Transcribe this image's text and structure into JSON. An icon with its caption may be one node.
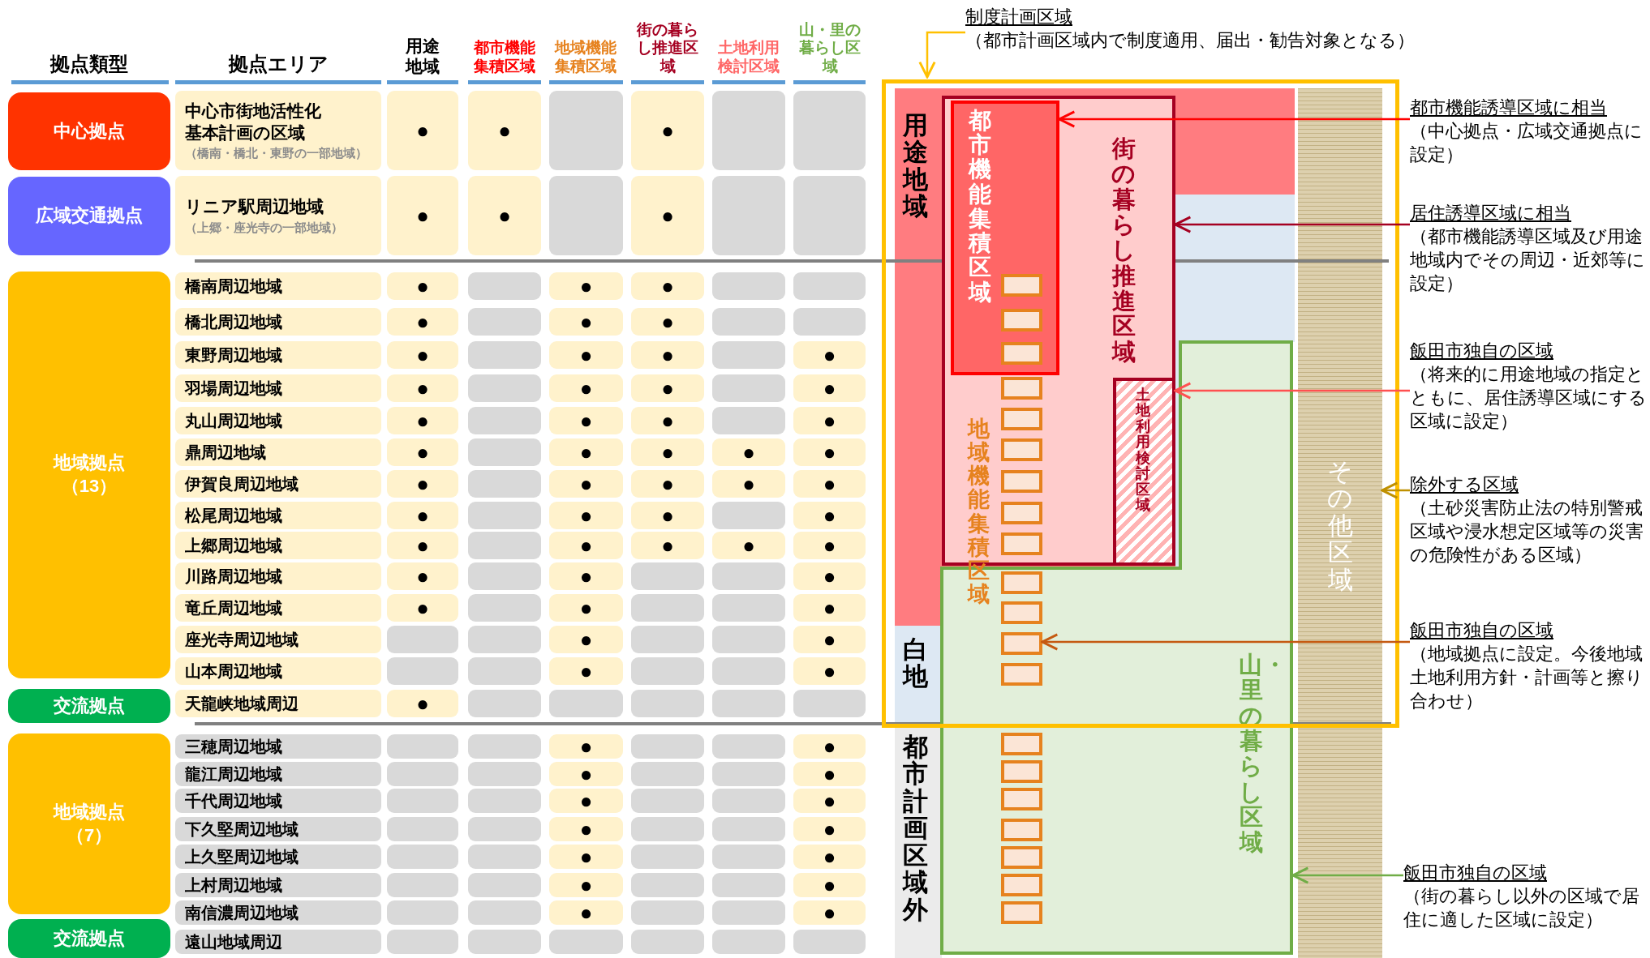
{
  "diagram": {
    "nodes": [
      {
        "text": [
          "中心拠点"
        ]
      },
      {
        "text": [
          "中心市街地活性化基本計画の区域",
          "（橋南・橋北・東野の一部地域）"
        ]
      },
      {
        "text": [
          "●"
        ]
      },
      {
        "text": [
          "●"
        ]
      },
      {
        "text": [],
        "shape": "box"
      },
      {
        "text": [
          "●"
        ]
      },
      {
        "text": [],
        "shape": "box"
      },
      {
        "text": [],
        "shape": "box"
      },
      {
        "text": [
          "広域交通拠点"
        ]
      },
      {
        "text": [
          "リニア駅周辺地域",
          "（上郷・座光寺の一部地域）"
        ]
      },
      {
        "text": [
          "●"
        ]
      },
      {
        "text": [
          "●"
        ]
      },
      {
        "text": [],
        "shape": "box"
      },
      {
        "text": [
          "●"
        ]
      },
      {
        "text": [],
        "shape": "box"
      },
      {
        "text": [],
        "shape": "box"
      },
      {
        "text": [
          "地域拠点（13）"
        ]
      },
      {
        "text": [
          "橋南周辺地域"
        ]
      },
      {
        "text": [
          "●"
        ]
      },
      {
        "text": [],
        "shape": "box"
      },
      {
        "text": [
          "●"
        ]
      },
      {
        "text": [
          "●"
        ]
      },
      {
        "text": [],
        "shape": "box"
      },
      {
        "text": [],
        "shape": "box"
      },
      {
        "text": [
          "橋北周辺地域"
        ]
      },
      {
        "text": [
          "●"
        ]
      },
      {
        "text": [],
        "shape": "box"
      },
      {
        "text": [
          "●"
        ]
      },
      {
        "text": [
          "●"
        ]
      },
      {
        "text": [],
        "shape": "box"
      },
      {
        "text": [],
        "shape": "box"
      },
      {
        "text": [
          "東野周辺地域"
        ]
      },
      {
        "text": [
          "●"
        ]
      },
      {
        "text": [],
        "shape": "box"
      },
      {
        "text": [
          "●"
        ]
      },
      {
        "text": [
          "●"
        ]
      },
      {
        "text": [],
        "shape": "box"
      },
      {
        "text": [
          "●"
        ]
      },
      {
        "text": [
          "羽場周辺地域"
        ]
      },
      {
        "text": [
          "●"
        ]
      },
      {
        "text": [],
        "shape": "box"
      },
      {
        "text": [
          "●"
        ]
      },
      {
        "text": [
          "●"
        ]
      },
      {
        "text": [],
        "shape": "box"
      },
      {
        "text": [
          "●"
        ]
      },
      {
        "text": [
          "丸山周辺地域"
        ]
      },
      {
        "text": [
          "●"
        ]
      },
      {
        "text": [],
        "shape": "box"
      },
      {
        "text": [
          "●"
        ]
      },
      {
        "text": [
          "●"
        ]
      },
      {
        "text": [],
        "shape": "box"
      },
      {
        "text": [
          "●"
        ]
      },
      {
        "text": [
          "鼎周辺地域"
        ]
      },
      {
        "text": [
          "●"
        ]
      },
      {
        "text": [],
        "shape": "box"
      },
      {
        "text": [
          "●"
        ]
      },
      {
        "text": [
          "●"
        ]
      },
      {
        "text": [
          "●"
        ]
      },
      {
        "text": [
          "●"
        ]
      },
      {
        "text": [
          "伊賀良周辺地域"
        ]
      },
      {
        "text": [
          "●"
        ]
      },
      {
        "text": [],
        "shape": "box"
      },
      {
        "text": [
          "●"
        ]
      },
      {
        "text": [
          "●"
        ]
      },
      {
        "text": [
          "●"
        ]
      },
      {
        "text": [
          "●"
        ]
      },
      {
        "text": [
          "松尾周辺地域"
        ]
      },
      {
        "text": [
          "●"
        ]
      },
      {
        "text": [],
        "shape": "box"
      },
      {
        "text": [
          "●"
        ]
      },
      {
        "text": [
          "●"
        ]
      },
      {
        "text": [],
        "shape": "box"
      },
      {
        "text": [
          "●"
        ]
      },
      {
        "text": [
          "上郷周辺地域"
        ]
      },
      {
        "text": [
          "●"
        ]
      },
      {
        "text": [],
        "shape": "box"
      },
      {
        "text": [
          "●"
        ]
      },
      {
        "text": [
          "●"
        ]
      },
      {
        "text": [
          "●"
        ]
      },
      {
        "text": [
          "●"
        ]
      },
      {
        "text": [
          "川路周辺地域"
        ]
      },
      {
        "text": [
          "●"
        ]
      },
      {
        "text": [],
        "shape": "box"
      },
      {
        "text": [
          "●"
        ]
      },
      {
        "text": [],
        "shape": "box"
      },
      {
        "text": [],
        "shape": "box"
      },
      {
        "text": [
          "●"
        ]
      },
      {
        "text": [
          "竜丘周辺地域"
        ]
      },
      {
        "text": [
          "●"
        ]
      },
      {
        "text": [],
        "shape": "box"
      },
      {
        "text": [
          "●"
        ]
      },
      {
        "text": [],
        "shape": "box"
      },
      {
        "text": [],
        "shape": "box"
      },
      {
        "text": [
          "●"
        ]
      },
      {
        "text": [
          "座光寺周辺地域"
        ]
      },
      {
        "text": [],
        "shape": "box"
      },
      {
        "text": [],
        "shape": "box"
      },
      {
        "text": [
          "●"
        ]
      },
      {
        "text": [],
        "shape": "box"
      },
      {
        "text": [],
        "shape": "box"
      },
      {
        "text": [
          "●"
        ]
      },
      {
        "text": [
          "山本周辺地域"
        ]
      },
      {
        "text": [],
        "shape": "box"
      },
      {
        "text": [],
        "shape": "box"
      },
      {
        "text": [
          "●"
        ]
      },
      {
        "text": [],
        "shape": "box"
      },
      {
        "text": [],
        "shape": "box"
      },
      {
        "text": [
          "●"
        ]
      },
      {
        "text": [
          "交流拠点"
        ]
      },
      {
        "text": [
          "天龍峡地域周辺"
        ]
      },
      {
        "text": [
          "●"
        ]
      },
      {
        "text": [],
        "shape": "box"
      },
      {
        "text": [],
        "shape": "box"
      },
      {
        "text": [],
        "shape": "box"
      },
      {
        "text": [],
        "shape": "box"
      },
      {
        "text": [],
        "shape": "box"
      },
      {
        "text": [
          "地域拠点（7）"
        ]
      },
      {
        "text": [
          "三穂周辺地域"
        ]
      },
      {
        "text": [],
        "shape": "box"
      },
      {
        "text": [],
        "shape": "box"
      },
      {
        "text": [
          "●"
        ]
      },
      {
        "text": [],
        "shape": "box"
      },
      {
        "text": [],
        "shape": "box"
      },
      {
        "text": [
          "●"
        ]
      },
      {
        "text": [
          "龍江周辺地域"
        ]
      },
      {
        "text": [],
        "shape": "box"
      },
      {
        "text": [],
        "shape": "box"
      },
      {
        "text": [
          "●"
        ]
      },
      {
        "text": [],
        "shape": "box"
      },
      {
        "text": [],
        "shape": "box"
      },
      {
        "text": [
          "●"
        ]
      },
      {
        "text": [
          "千代周辺地域"
        ]
      },
      {
        "text": [],
        "shape": "box"
      },
      {
        "text": [],
        "shape": "box"
      },
      {
        "text": [
          "●"
        ]
      },
      {
        "text": [],
        "shape": "box"
      },
      {
        "text": [],
        "shape": "box"
      },
      {
        "text": [
          "●"
        ]
      },
      {
        "text": [
          "下久堅周辺地域"
        ]
      },
      {
        "text": [],
        "shape": "box"
      },
      {
        "text": [],
        "shape": "box"
      },
      {
        "text": [
          "●"
        ]
      },
      {
        "text": [],
        "shape": "box"
      },
      {
        "text": [],
        "shape": "box"
      },
      {
        "text": [
          "●"
        ]
      },
      {
        "text": [
          "上久堅周辺地域"
        ]
      },
      {
        "text": [],
        "shape": "box"
      },
      {
        "text": [],
        "shape": "box"
      },
      {
        "text": [
          "●"
        ]
      },
      {
        "text": [],
        "shape": "box"
      },
      {
        "text": [],
        "shape": "box"
      },
      {
        "text": [
          "●"
        ]
      },
      {
        "text": [
          "上村周辺地域"
        ]
      },
      {
        "text": [],
        "shape": "box"
      },
      {
        "text": [],
        "shape": "box"
      },
      {
        "text": [
          "●"
        ]
      },
      {
        "text": [],
        "shape": "box"
      },
      {
        "text": [],
        "shape": "box"
      },
      {
        "text": [
          "●"
        ]
      },
      {
        "text": [
          "南信濃周辺地域"
        ]
      },
      {
        "text": [],
        "shape": "box"
      },
      {
        "text": [],
        "shape": "box"
      },
      {
        "text": [
          "●"
        ]
      },
      {
        "text": [],
        "shape": "box"
      },
      {
        "text": [],
        "shape": "box"
      },
      {
        "text": [
          "●"
        ]
      },
      {
        "text": [
          "交流拠点"
        ]
      },
      {
        "text": [
          "遠山地域周辺"
        ]
      },
      {
        "text": [],
        "shape": "box"
      },
      {
        "text": [],
        "shape": "box"
      },
      {
        "text": [],
        "shape": "box"
      },
      {
        "text": [],
        "shape": "box"
      },
      {
        "text": [],
        "shape": "box"
      },
      {
        "text": [],
        "shape": "box"
      },
      {
        "text": [
          "制度計画区域",
          "（都市計画区域内で制度適用、届出・勧告対象となる）"
        ]
      },
      {
        "text": [],
        "shape": "box"
      },
      {
        "text": [
          "用途地域"
        ],
        "in": 175
      },
      {
        "text": [
          "白地"
        ],
        "in": 175
      },
      {
        "text": [
          "都市計画区域外"
        ]
      },
      {
        "text": [
          "街の暮らし推進区域"
        ],
        "in": 176
      },
      {
        "text": [
          "都市機能集積区域"
        ],
        "in": 179
      },
      {
        "text": [
          "土地利用検討区域"
        ],
        "in": 179
      },
      {
        "text": [
          "地域機能集積区域"
        ],
        "in": 175
      },
      {
        "text": [],
        "shape": "box",
        "in": 180
      },
      {
        "text": [],
        "shape": "box",
        "in": 180
      },
      {
        "text": [],
        "shape": "box",
        "in": 180
      },
      {
        "text": [],
        "shape": "box",
        "in": 179
      },
      {
        "text": [],
        "shape": "box",
        "in": 179
      },
      {
        "text": [],
        "shape": "box",
        "in": 179
      },
      {
        "text": [],
        "shape": "box",
        "in": 179
      },
      {
        "text": [],
        "shape": "box",
        "in": 179
      },
      {
        "text": [],
        "shape": "box",
        "in": 179
      },
      {
        "text": [],
        "shape": "box"
      },
      {
        "text": [],
        "shape": "box"
      },
      {
        "text": [],
        "shape": "box"
      },
      {
        "text": [],
        "shape": "box"
      },
      {
        "text": [],
        "shape": "box",
        "in": 203
      },
      {
        "text": [],
        "shape": "box",
        "in": 203
      },
      {
        "text": [],
        "shape": "box",
        "in": 203
      },
      {
        "text": [],
        "shape": "box",
        "in": 203
      },
      {
        "text": [],
        "shape": "box",
        "in": 203
      },
      {
        "text": [],
        "shape": "box",
        "in": 203
      },
      {
        "text": [],
        "shape": "box",
        "in": 203
      },
      {
        "text": [
          "山・里の暮らし区域"
        ]
      },
      {
        "text": [
          "その他区域"
        ]
      },
      {
        "text": [
          "都市機能誘導区域に相当",
          "（中心拠点・広域交通拠点に設定）"
        ]
      },
      {
        "text": [
          "居住誘導区域に相当",
          "（都市機能誘導区域及び用途地域内でその周辺・近郊等に設定）"
        ]
      },
      {
        "text": [
          "飯田市独自の区域",
          "（将来的に用途地域の指定とともに、居住誘導区域にする区域に設定）"
        ]
      },
      {
        "text": [
          "除外する区域",
          "（土砂災害防止法の特別警戒区域や浸水想定区域等の災害の危険性がある区域）"
        ]
      },
      {
        "text": [
          "飯田市独自の区域",
          "（地域拠点に設定。今後地域土地利用方針・計画等と擦り合わせ）"
        ]
      },
      {
        "text": [
          "飯田市独自の区域",
          "（街の暮らし以外の区域で居住に適した区域に設定）"
        ]
      }
    ],
    "edges": [
      {
        "from": 174,
        "to": 175,
        "arrow": "to",
        "color": "#ffc000"
      },
      {
        "from": 205,
        "to": 180,
        "arrow": "to",
        "color": "#ff0000"
      },
      {
        "from": 206,
        "to": 179,
        "arrow": "to",
        "color": "#a50021"
      },
      {
        "from": 207,
        "to": 181,
        "arrow": "to",
        "color": "#ff5050"
      },
      {
        "from": 208,
        "to": 204,
        "arrow": "to",
        "color": "#bf9000"
      },
      {
        "from": 209,
        "to": 194,
        "arrow": "to",
        "color": "#c55a11"
      },
      {
        "from": 210,
        "to": 203,
        "arrow": "to",
        "color": "#70ad47"
      }
    ],
    "labels": [
      "拠点類型",
      "拠点エリア",
      "用途地域",
      "都市機能集積区域",
      "地域機能集積区域",
      "街の暮らし推進区域",
      "土地利用検討区域",
      "山・里の暮らし区域"
    ]
  }
}
